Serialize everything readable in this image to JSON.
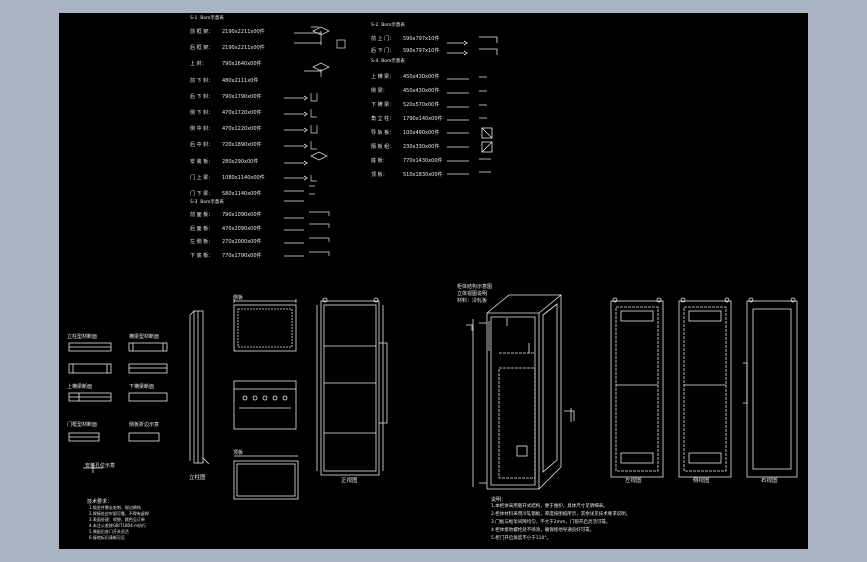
{
  "drawing": {
    "sections": {
      "a": "S-1. Bom示意表",
      "b": "S-3. Bom示意表",
      "c": "S-2. Bom示意表",
      "d": "S-4. Bom示意表"
    },
    "parts_left": [
      {
        "name": "前 框 架：",
        "spec": "2190x2211x00件"
      },
      {
        "name": "后 框 架：",
        "spec": "2190x2211x00件"
      },
      {
        "name": "上    封：",
        "spec": "790x1640x00件"
      },
      {
        "name": "前 下 封：",
        "spec": "480x2111x0件"
      },
      {
        "name": "后 下 封：",
        "spec": "790x1790x00件"
      },
      {
        "name": "侧 下 封：",
        "spec": "470x1720x00件"
      },
      {
        "name": "侧 中 封：",
        "spec": "470x1220x00件"
      },
      {
        "name": "后 中 封：",
        "spec": "720x1890x00件"
      },
      {
        "name": "安 装 板：",
        "spec": "280x290x00件"
      },
      {
        "name": "门 上 梁：",
        "spec": "1080x1140x00件"
      },
      {
        "name": "门 下 梁：",
        "spec": "580x1140x00件"
      }
    ],
    "parts_left2": [
      {
        "name": "前 面 板：",
        "spec": "790x1090x00件"
      },
      {
        "name": "后 面 板：",
        "spec": "470x2090x00件"
      },
      {
        "name": "左 侧 板：",
        "spec": "270x2000x00件"
      },
      {
        "name": "下 底 板：",
        "spec": "770x1790x00件"
      }
    ],
    "parts_right": [
      {
        "name": "前 上 门：",
        "spec": "590x797x10件"
      },
      {
        "name": "后 下 门：",
        "spec": "590x797x10件"
      }
    ],
    "parts_right2": [
      {
        "name": "上 横 梁：",
        "spec": "450x430x00件"
      },
      {
        "name": "侧    梁：",
        "spec": "450x430x00件"
      },
      {
        "name": "下 横 梁：",
        "spec": "520x570x00件"
      },
      {
        "name": "角 立 柱：",
        "spec": "1790x140x00件"
      },
      {
        "name": "导 轨 板：",
        "spec": "100x490x00件"
      },
      {
        "name": "隔 板 组：",
        "spec": "230x330x00件"
      },
      {
        "name": "底    板：",
        "spec": "770x1430x00件"
      },
      {
        "name": "顶    板：",
        "spec": "510x1830x00件"
      }
    ],
    "view_labels": {
      "front": "正视图",
      "left": "左视图",
      "side": "侧视图",
      "right": "右视图",
      "rail": "立柱图",
      "side_panel": "侧板",
      "top_panel": "顶板"
    },
    "notes_left_title": "技术要求：",
    "notes_left": [
      "1.钣金件需去毛刺，锐边倒钝",
      "2.焊接处应牢固可靠，不得有虚焊",
      "3.表面处理：喷塑，颜色见订单",
      "4.未注公差按GB/T1804-m执行",
      "5.装配后各门开关灵活",
      "6.接地标识清晰可见"
    ],
    "notes_right_title": "说明：",
    "notes_right": [
      "1.本柜体采用敞开式结构，便于维护，具体尺寸见明细表。",
      "2.柜体材料采用冷轧钢板，厚度按图纸所示，其余详见技术要求说明。",
      "3.门板与框架间隙均匀，不大于2mm，门锁开启灵活可靠。",
      "4.柜体接地螺栓处不喷涂，确保接地导通良好可靠。",
      "5.柜门开启角度不小于110°。"
    ],
    "iso_title_lines": [
      "柜体结构示意图",
      "立体视图说明",
      "材料：冷轧板"
    ],
    "detail_labels": [
      "立柱型材断面",
      "横梁型材断面",
      "上横梁断面",
      "下横梁断面",
      "门框型材断面",
      "侧板折边示意",
      "安装孔位示意"
    ]
  }
}
